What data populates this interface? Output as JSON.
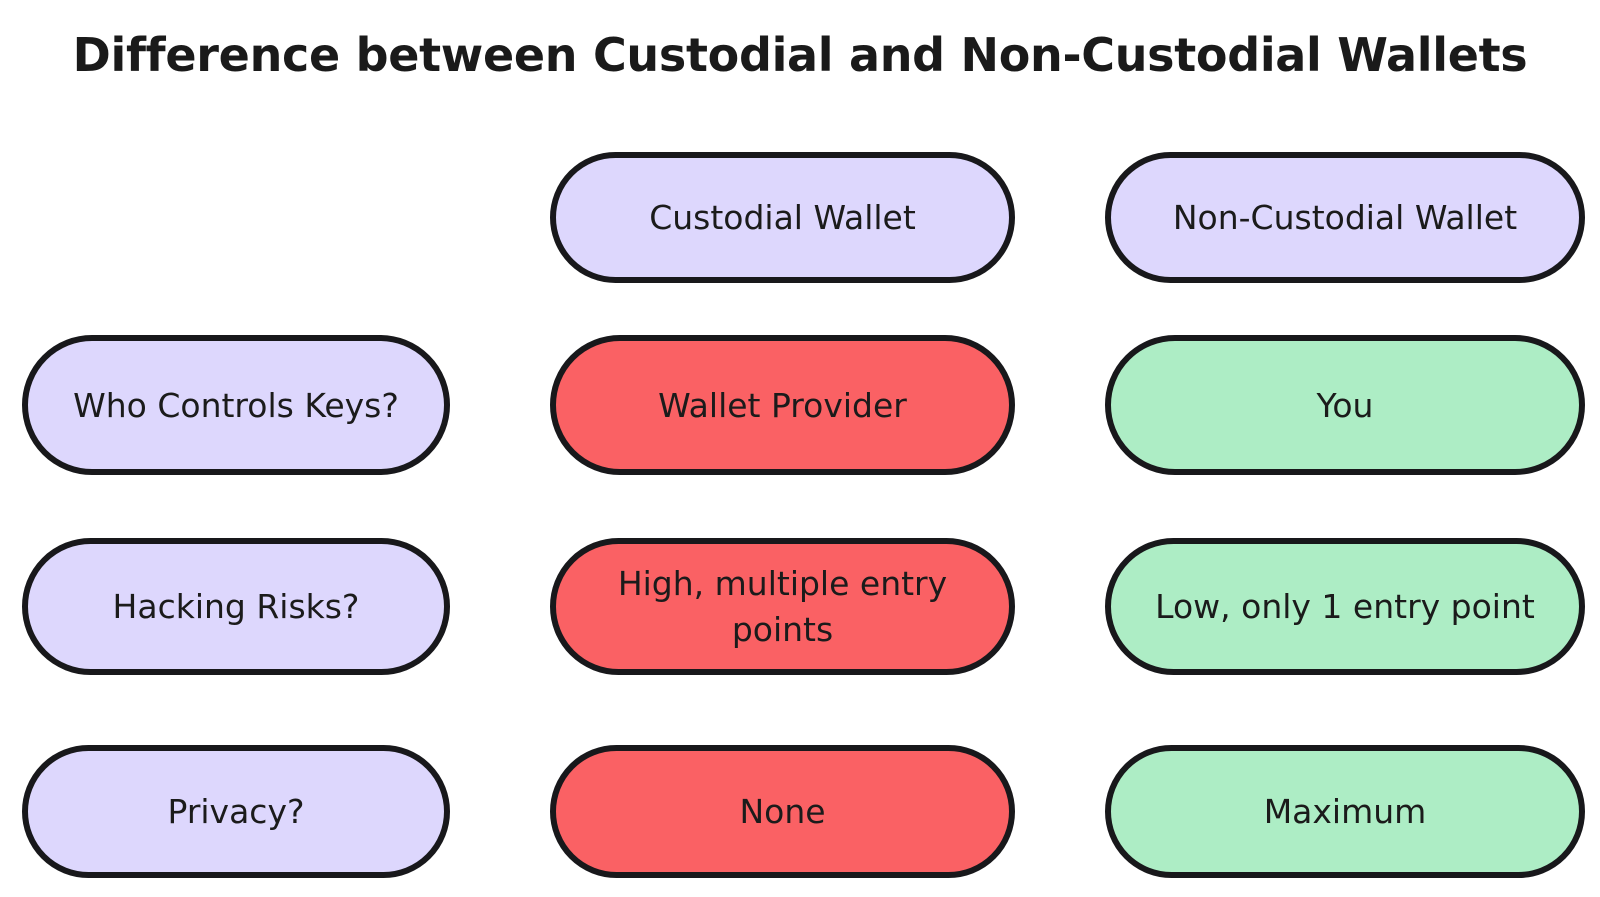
{
  "title": "Difference between Custodial and Non-Custodial Wallets",
  "colors": {
    "background": "#ffffff",
    "border": "#18181b",
    "text": "#1b1b1b",
    "lavender": "#ddd7fd",
    "red": "#fa6164",
    "green": "#adedc5"
  },
  "columns": [
    {
      "key": "criteria",
      "header": ""
    },
    {
      "key": "custodial",
      "header": "Custodial Wallet"
    },
    {
      "key": "non_custodial",
      "header": "Non-Custodial Wallet"
    }
  ],
  "rows": [
    {
      "criteria": "Who Controls Keys?",
      "custodial": "Wallet Provider",
      "non_custodial": "You"
    },
    {
      "criteria": "Hacking Risks?",
      "custodial": "High, multiple entry points",
      "non_custodial": "Low, only 1 entry point"
    },
    {
      "criteria": "Privacy?",
      "custodial": "None",
      "non_custodial": "Maximum"
    }
  ]
}
